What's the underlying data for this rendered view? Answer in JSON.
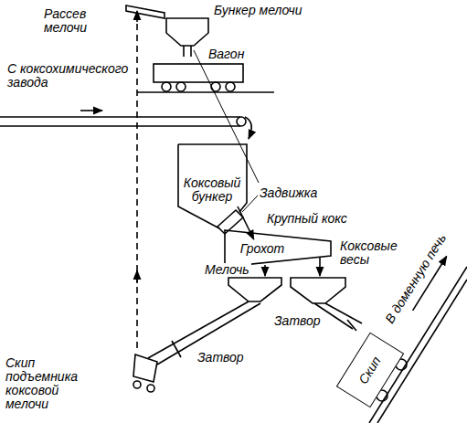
{
  "diagram": {
    "nodes": [
      {
        "text": [
          "Коксовый бункер"
        ]
      },
      {
        "text": [
          "Грохот"
        ]
      },
      {
        "text": [
          "Скип"
        ]
      }
    ],
    "edges": [
      {
        "from": 0,
        "to": 1,
        "arrow": "to",
        "label": "Крупный кокс"
      }
    ],
    "labels": [
      "Рассев мелочи",
      "Бункер мелочи",
      "Вагон",
      "С коксохимического завода",
      "Задвижка",
      "Мелочь",
      "Коксовые весы",
      "Затвор",
      "Затвор",
      "В доменную печь",
      "Скип подъемника коксовой мелочи"
    ]
  }
}
